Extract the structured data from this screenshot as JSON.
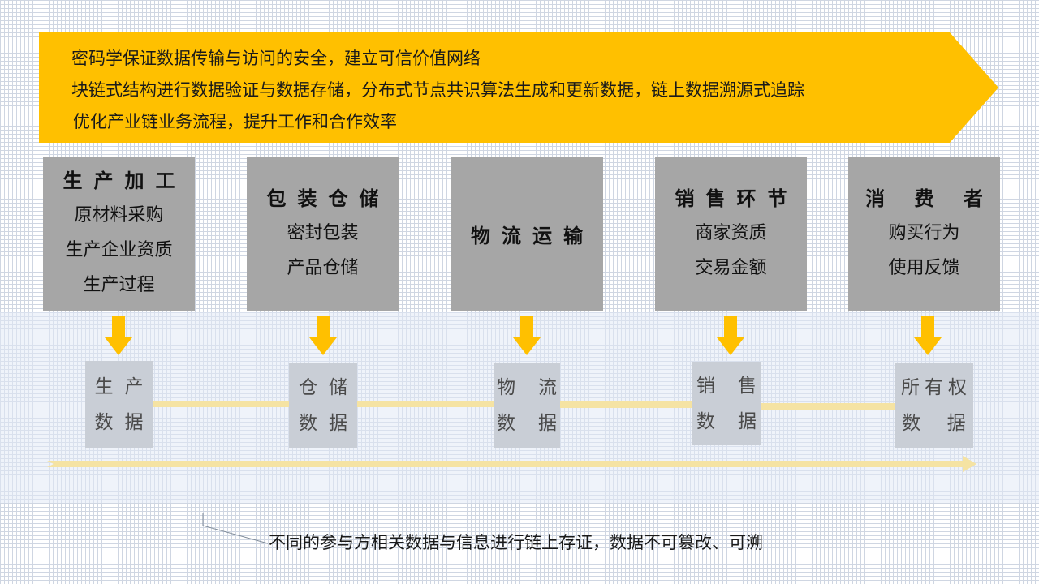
{
  "banner": {
    "lines": [
      "密码学保证数据传输与访问的安全，建立可信价值网络",
      "块链式结构进行数据验证与数据存储，分布式节点共识算法生成和更新数据，链上数据溯源式追踪",
      "优化产业链业务流程，提升工作和合作效率"
    ]
  },
  "stages": [
    {
      "title": "生产加工",
      "items": [
        "原材料采购",
        "生产企业资质",
        "生产过程"
      ]
    },
    {
      "title": "包装仓储",
      "items": [
        "密封包装",
        "产品仓储"
      ]
    },
    {
      "title": "物流运输",
      "items": []
    },
    {
      "title": "销售环节",
      "items": [
        "商家资质",
        "交易金额"
      ]
    },
    {
      "title": "消 费 者",
      "items": [
        "购买行为",
        "使用反馈"
      ]
    }
  ],
  "data_nodes": [
    {
      "line1": "生产",
      "line2": "数据"
    },
    {
      "line1": "仓储",
      "line2": "数据"
    },
    {
      "line1": "物流",
      "line2": "数据"
    },
    {
      "line1": "销售",
      "line2": "数据"
    },
    {
      "line1": "所有权",
      "line2": "数  据"
    }
  ],
  "footnote": "不同的参与方相关数据与信息进行链上存证，数据不可篡改、可溯",
  "colors": {
    "banner": "#ffc000",
    "stage_box": "#a6a6a6",
    "data_node": "#c9ced6",
    "arrow": "#ffc000",
    "connector": "#f5e3a3",
    "timeline_arrow": "#f5e3a3"
  }
}
